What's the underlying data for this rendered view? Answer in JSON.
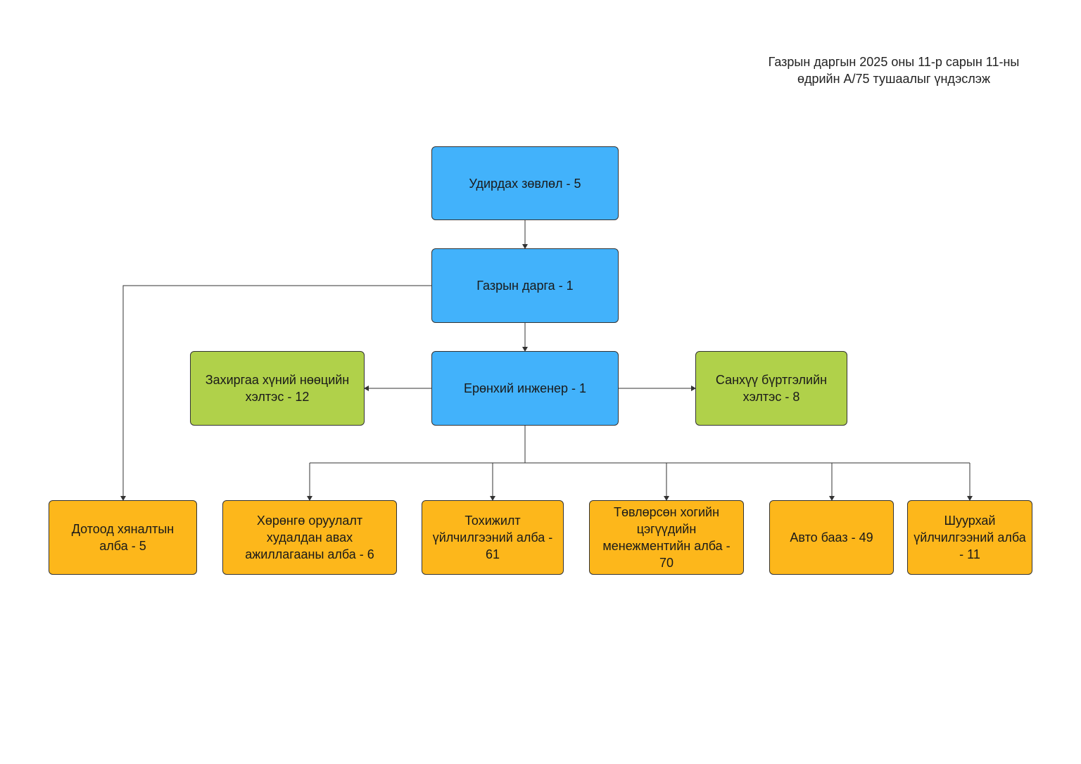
{
  "note": {
    "line1": "Газрын даргын 2025 оны 11-р сарын 11-ны",
    "line2": "өдрийн А/75 тушаалыг үндэслэж"
  },
  "nodes": {
    "board": "Удирдах зөвлөл - 5",
    "director": "Газрын дарга - 1",
    "chief_engineer": "Ерөнхий инженер - 1",
    "admin_hr": "Захиргаа хүний нөөцийн хэлтэс - 12",
    "finance": "Санхүү бүртгэлийн хэлтэс - 8",
    "internal_audit": "Дотоод хяналтын алба - 5",
    "investment_procurement": "Хөрөнгө оруулалт худалдан авах ажиллагааны алба - 6",
    "equipment_service": "Тохижилт үйлчилгээний алба - 61",
    "waste_management": "Төвлөрсөн хогийн цэгүүдийн менежментийн алба - 70",
    "auto_base": "Авто бааз - 49",
    "mine_service": "Шуурхай үйлчилгээний алба - 11"
  },
  "colors": {
    "management": "#42b2fb",
    "department": "#b0d14a",
    "unit": "#fdb71b",
    "line": "#333333"
  }
}
